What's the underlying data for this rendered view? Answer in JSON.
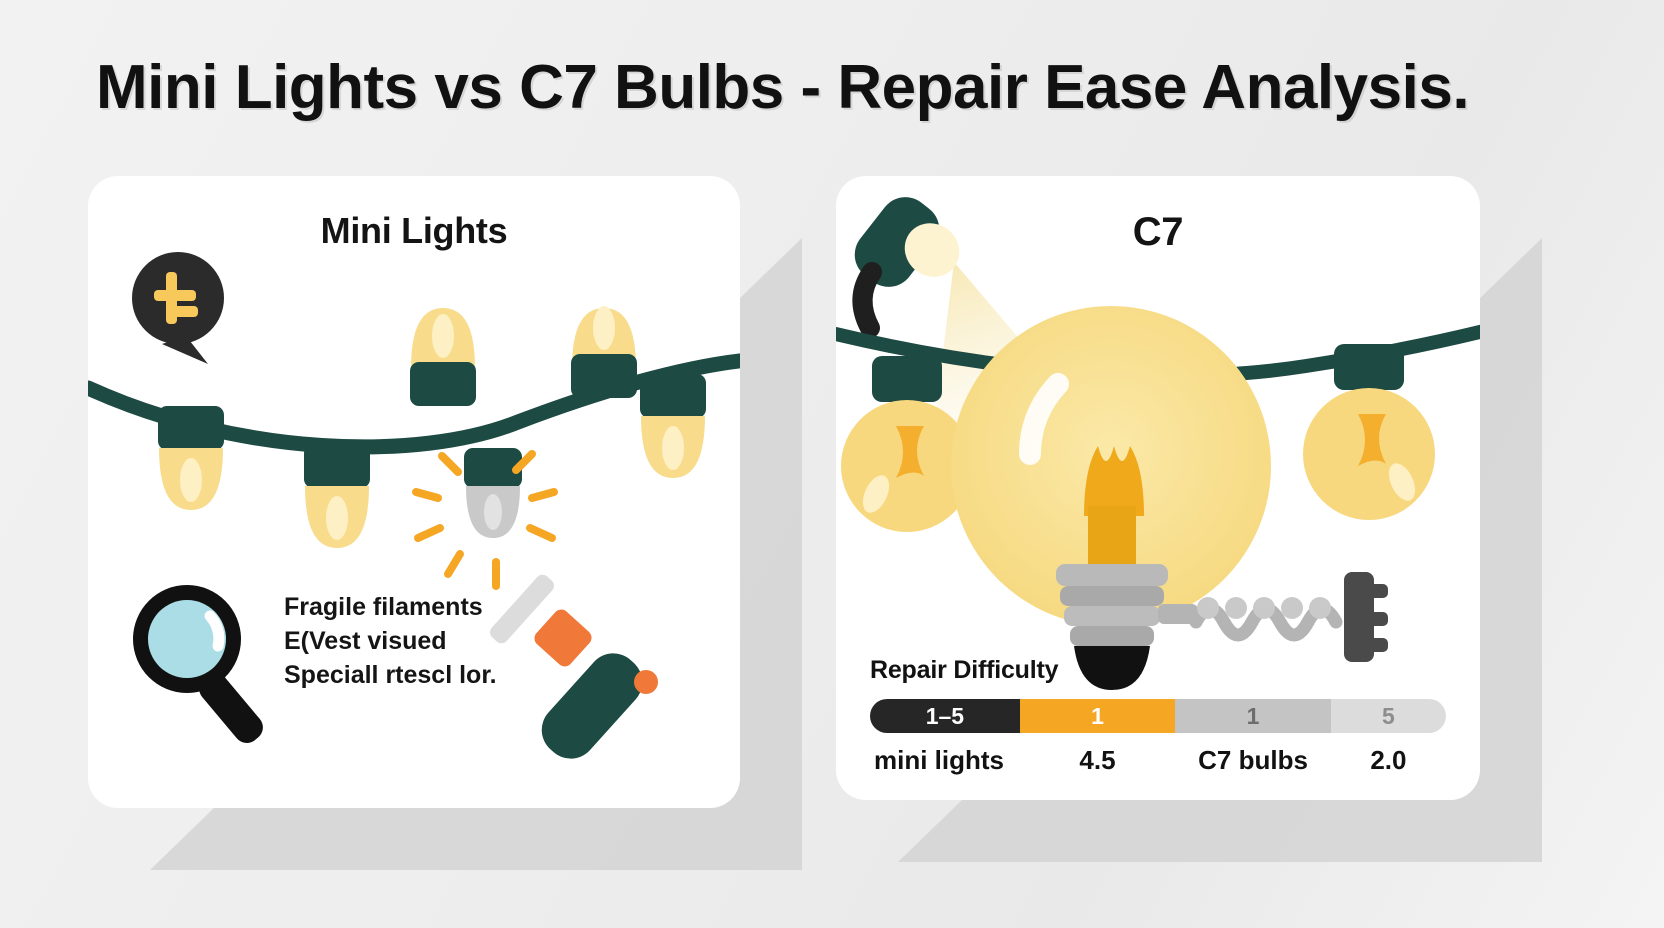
{
  "page": {
    "title": "Mini Lights vs C7 Bulbs - Repair Ease Analysis."
  },
  "colors": {
    "accent_orange": "#f5a623",
    "bulb_yellow": "#f8dc8c",
    "wire_green": "#1d4a42",
    "dark": "#262626",
    "lens_blue": "#aadde6",
    "track_gray": "#c4c4c4",
    "background": "#efefef"
  },
  "cards": [
    {
      "id": "mini-lights",
      "title": "Mini Lights",
      "badge_icon": "plug-icon",
      "magnifier_icon": "magnifier-icon",
      "screwdriver_icon": "screwdriver-icon",
      "spark_icon": "spark-icon",
      "features": [
        "Fragile filaments",
        "E(Vest visued",
        "Speciall rtescl lor."
      ]
    },
    {
      "id": "c7-bulbs",
      "title": "C7",
      "lamp_icon": "desk-lamp-icon",
      "bulb_icon": "light-bulb-icon",
      "spring_icon": "spring-icon",
      "metric": {
        "label": "Repair Difficulty",
        "segments": [
          {
            "name": "scale-range",
            "text": "1–5",
            "color": "#262626",
            "text_color": "#ffffff"
          },
          {
            "name": "mini-lights",
            "text": "1",
            "color": "#f5a623",
            "text_color": "#ffffff"
          },
          {
            "name": "c7-bulbs",
            "text": "1",
            "color": "#c4c4c4",
            "text_color": "#6d6d6d"
          },
          {
            "name": "scale-max",
            "text": "5",
            "color": "#dcdcdc",
            "text_color": "#8d8d8d"
          }
        ],
        "labels": [
          "mini lights",
          "4.5",
          "C7 bulbs",
          "2.0"
        ]
      }
    }
  ],
  "chart_data": {
    "type": "bar",
    "title": "Repair Difficulty",
    "categories": [
      "mini lights",
      "C7 bulbs"
    ],
    "values": [
      4.5,
      2.0
    ],
    "scale_label": "1–5",
    "ylim": [
      1,
      5
    ],
    "xlabel": "",
    "ylabel": "Repair Difficulty (1–5)",
    "grid": false,
    "legend": "none",
    "annotations": [
      "1–5",
      "1",
      "1",
      "5"
    ]
  }
}
